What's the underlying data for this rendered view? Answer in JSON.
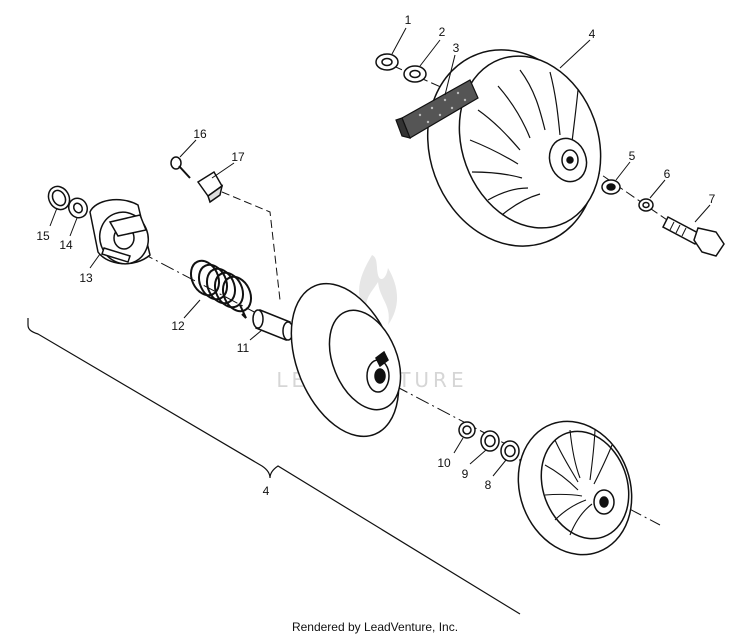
{
  "watermark": "LEADVENTURE",
  "footer": "Rendered by LeadVenture, Inc.",
  "callouts": {
    "c1": "1",
    "c2": "2",
    "c3": "3",
    "c4a": "4",
    "c5": "5",
    "c6": "6",
    "c7": "7",
    "c8": "8",
    "c9": "9",
    "c10": "10",
    "c11": "11",
    "c12": "12",
    "c13": "13",
    "c14": "14",
    "c15": "15",
    "c16": "16",
    "c17": "17",
    "c4b": "4"
  }
}
